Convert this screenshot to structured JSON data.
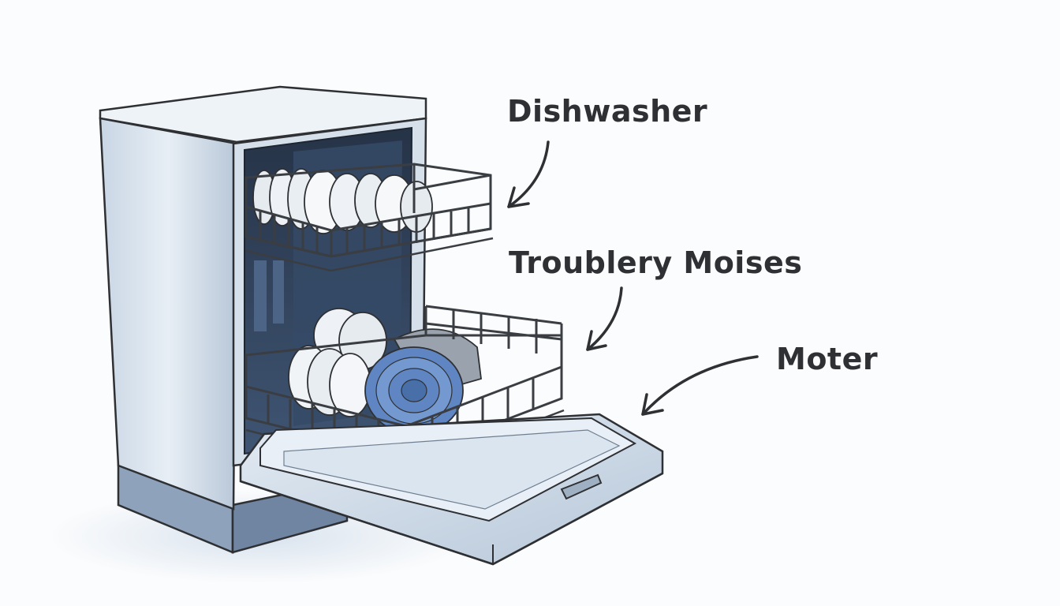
{
  "labels": [
    {
      "text": "Dishwasher"
    },
    {
      "text": "Troublery Moises"
    },
    {
      "text": "Moter"
    }
  ],
  "colors": {
    "ink": "#2e3033",
    "background": "#fbfcfd",
    "body": "#d9e3ee",
    "tub": "#2f3f58",
    "rack": "#3a3d42",
    "blue_dish": "#5f86c2",
    "door": "#cbd8e6"
  },
  "icons": [
    "arrow-icon",
    "dishwasher-illustration"
  ]
}
